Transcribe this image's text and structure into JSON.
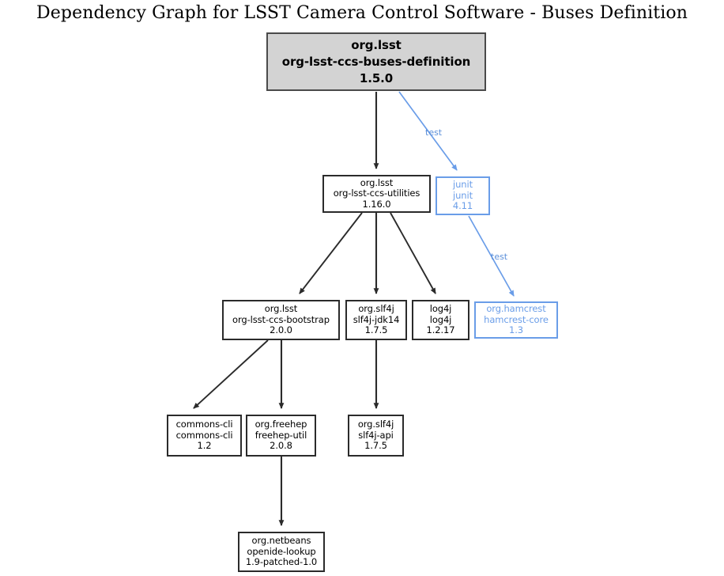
{
  "title": "Dependency Graph for LSST Camera Control Software - Buses Definition",
  "colors": {
    "background": "#ffffff",
    "node_fill": "#ffffff",
    "node_border": "#2b2b2b",
    "root_fill": "#d3d3d3",
    "root_border": "#4a4a4a",
    "text": "#000000",
    "test_scope": "#6a9de8",
    "test_label": "#5b8fd9",
    "edge": "#2b2b2b"
  },
  "graph": {
    "type": "dependency-graph",
    "direction": "top-down",
    "nodes": [
      {
        "id": "buses-definition",
        "role": "root",
        "group": "org.lsst",
        "artifact": "org-lsst-ccs-buses-definition",
        "version": "1.5.0",
        "scope": "compile",
        "level": 0
      },
      {
        "id": "ccs-utilities",
        "role": "dependency",
        "group": "org.lsst",
        "artifact": "org-lsst-ccs-utilities",
        "version": "1.16.0",
        "scope": "compile",
        "level": 1
      },
      {
        "id": "junit",
        "role": "dependency",
        "group": "junit",
        "artifact": "junit",
        "version": "4.11",
        "scope": "test",
        "level": 1
      },
      {
        "id": "ccs-bootstrap",
        "role": "dependency",
        "group": "org.lsst",
        "artifact": "org-lsst-ccs-bootstrap",
        "version": "2.0.0",
        "scope": "compile",
        "level": 2
      },
      {
        "id": "slf4j-jdk14",
        "role": "dependency",
        "group": "org.slf4j",
        "artifact": "slf4j-jdk14",
        "version": "1.7.5",
        "scope": "compile",
        "level": 2
      },
      {
        "id": "log4j",
        "role": "dependency",
        "group": "log4j",
        "artifact": "log4j",
        "version": "1.2.17",
        "scope": "compile",
        "level": 2
      },
      {
        "id": "hamcrest-core",
        "role": "dependency",
        "group": "org.hamcrest",
        "artifact": "hamcrest-core",
        "version": "1.3",
        "scope": "test",
        "level": 2
      },
      {
        "id": "commons-cli",
        "role": "dependency",
        "group": "commons-cli",
        "artifact": "commons-cli",
        "version": "1.2",
        "scope": "compile",
        "level": 3
      },
      {
        "id": "freehep-util",
        "role": "dependency",
        "group": "org.freehep",
        "artifact": "freehep-util",
        "version": "2.0.8",
        "scope": "compile",
        "level": 3
      },
      {
        "id": "slf4j-api",
        "role": "dependency",
        "group": "org.slf4j",
        "artifact": "slf4j-api",
        "version": "1.7.5",
        "scope": "compile",
        "level": 3
      },
      {
        "id": "openide-lookup",
        "role": "dependency",
        "group": "org.netbeans",
        "artifact": "openide-lookup",
        "version": "1.9-patched-1.0",
        "scope": "compile",
        "level": 4
      }
    ],
    "edges": [
      {
        "from": "buses-definition",
        "to": "ccs-utilities",
        "label": "",
        "scope": "compile"
      },
      {
        "from": "buses-definition",
        "to": "junit",
        "label": "test",
        "scope": "test"
      },
      {
        "from": "ccs-utilities",
        "to": "ccs-bootstrap",
        "label": "",
        "scope": "compile"
      },
      {
        "from": "ccs-utilities",
        "to": "slf4j-jdk14",
        "label": "",
        "scope": "compile"
      },
      {
        "from": "ccs-utilities",
        "to": "log4j",
        "label": "",
        "scope": "compile"
      },
      {
        "from": "junit",
        "to": "hamcrest-core",
        "label": "test",
        "scope": "test"
      },
      {
        "from": "ccs-bootstrap",
        "to": "commons-cli",
        "label": "",
        "scope": "compile"
      },
      {
        "from": "ccs-bootstrap",
        "to": "freehep-util",
        "label": "",
        "scope": "compile"
      },
      {
        "from": "slf4j-jdk14",
        "to": "slf4j-api",
        "label": "",
        "scope": "compile"
      },
      {
        "from": "freehep-util",
        "to": "openide-lookup",
        "label": "",
        "scope": "compile"
      }
    ],
    "edge_labels": [
      {
        "id": "test-label-junit",
        "text": "test"
      },
      {
        "id": "test-label-hamcrest",
        "text": "test"
      }
    ]
  }
}
